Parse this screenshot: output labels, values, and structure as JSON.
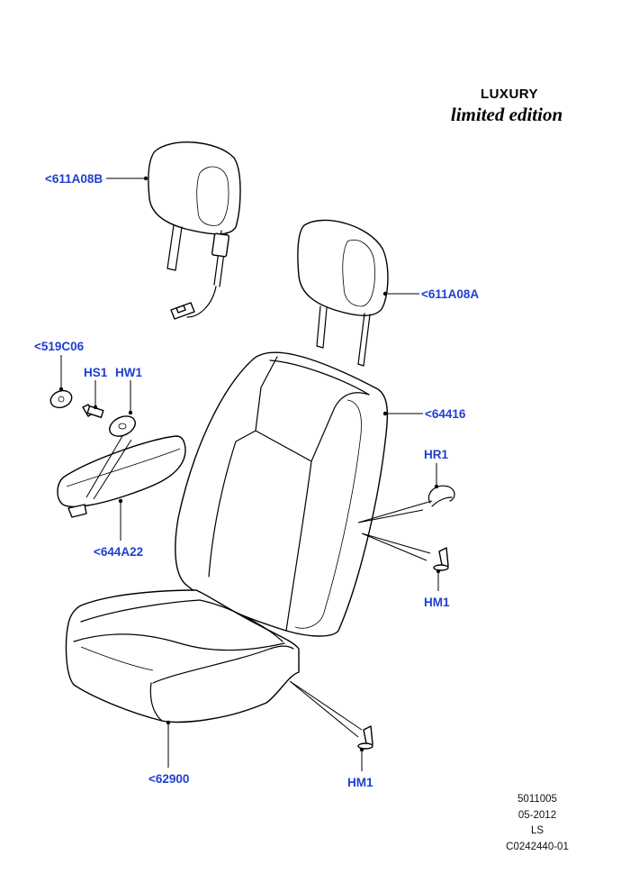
{
  "brand": {
    "line1": "LUXURY",
    "line2": "limited edition"
  },
  "callouts": {
    "c611A08B": "<611A08B",
    "c611A08A": "<611A08A",
    "c519C06": "<519C06",
    "cHS1": "HS1",
    "cHW1": "HW1",
    "c64416": "<64416",
    "cHR1": "HR1",
    "c644A22": "<644A22",
    "cHM1a": "HM1",
    "cHM1b": "HM1",
    "c62900": "<62900"
  },
  "reference": {
    "line1": "5011005",
    "line2": "05-2012",
    "line3": "LS",
    "line4": "C0242440-01"
  },
  "colors": {
    "callout": "#1f3fd0",
    "line": "#000000",
    "background": "#ffffff"
  }
}
